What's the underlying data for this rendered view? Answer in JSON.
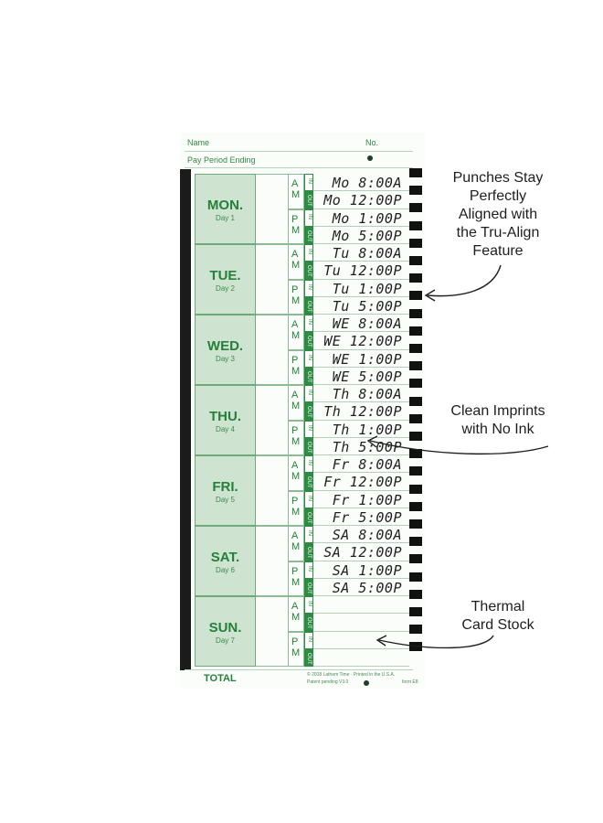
{
  "header": {
    "name_label": "Name",
    "no_label": "No.",
    "pay_period_label": "Pay Period Ending"
  },
  "am_label": [
    "A",
    "M"
  ],
  "pm_label": [
    "P",
    "M"
  ],
  "in_label": "IN",
  "out_label": "OUT",
  "days": [
    {
      "name": "MON.",
      "sub": "Day 1",
      "punches": [
        "Mo  8:00A",
        "Mo 12:00P",
        "Mo  1:00P",
        "Mo  5:00P"
      ]
    },
    {
      "name": "TUE.",
      "sub": "Day 2",
      "punches": [
        "Tu  8:00A",
        "Tu 12:00P",
        "Tu  1:00P",
        "Tu  5:00P"
      ]
    },
    {
      "name": "WED.",
      "sub": "Day 3",
      "punches": [
        "WE  8:00A",
        "WE 12:00P",
        "WE  1:00P",
        "WE  5:00P"
      ]
    },
    {
      "name": "THU.",
      "sub": "Day 4",
      "punches": [
        "Th  8:00A",
        "Th 12:00P",
        "Th  1:00P",
        "Th  5:00P"
      ]
    },
    {
      "name": "FRI.",
      "sub": "Day 5",
      "punches": [
        "Fr  8:00A",
        "Fr 12:00P",
        "Fr  1:00P",
        "Fr  5:00P"
      ]
    },
    {
      "name": "SAT.",
      "sub": "Day 6",
      "punches": [
        "SA  8:00A",
        "SA 12:00P",
        "SA  1:00P",
        "SA  5:00P"
      ]
    },
    {
      "name": "SUN.",
      "sub": "Day 7",
      "punches": [
        "",
        "",
        "",
        ""
      ]
    }
  ],
  "total_label": "TOTAL",
  "footer": {
    "line1": "© 2018 Lathem Time · Printed in the U.S.A.",
    "line2": "Patent pending   V3.0",
    "form": "form E8"
  },
  "callouts": {
    "punches": "Punches Stay\nPerfectly\nAligned with\nthe Tru-Align\nFeature",
    "clean": "Clean Imprints\nwith No Ink",
    "thermal": "Thermal\nCard Stock"
  },
  "colors": {
    "brand_green": "#2e8b43",
    "day_fill": "#cfe3d1"
  }
}
